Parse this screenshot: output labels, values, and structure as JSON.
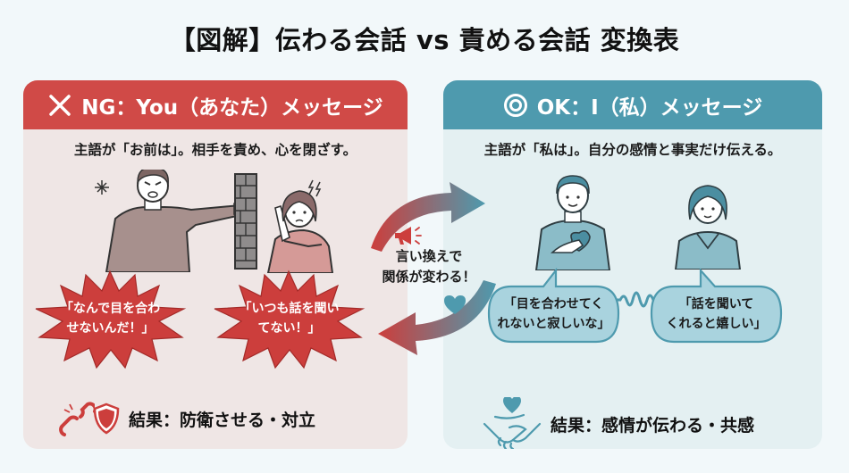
{
  "title": "【図解】伝わる会話 vs 責める会話 変換表",
  "colors": {
    "ng_accent": "#d04a47",
    "ok_accent": "#4e9aae",
    "ng_bg": "#efe6e5",
    "ok_bg": "#e4f0f2",
    "page_bg": "#f2f8fa"
  },
  "ng_panel": {
    "icon": "cross-icon",
    "header": "NG：You（あなた）メッセージ",
    "subtitle": "主語が「お前は」。相手を責め、心を閉ざす。",
    "illustration": [
      "angry-man-pointing",
      "brick-wall",
      "defensive-woman"
    ],
    "speech_bursts": [
      "「なんで目を合わせないんだ！」",
      "「いつも話を聞いてない！」"
    ],
    "result_icons": [
      "broken-chain-icon",
      "shield-icon"
    ],
    "result": "結果：防衛させる・対立"
  },
  "ok_panel": {
    "icon": "double-circle-icon",
    "header": "OK：I（私）メッセージ",
    "subtitle": "主語が「私は」。自分の感情と事実だけ伝える。",
    "illustration": [
      "calm-man-hand-on-heart",
      "sound-wave",
      "smiling-woman"
    ],
    "speech_bubbles": [
      "「目を合わせてく\nれないと寂しいな」",
      "「話を聞いて\nくれると嬉しい」"
    ],
    "result_icons": [
      "handshake-heart-icon"
    ],
    "result": "結果：感情が伝わる・共感"
  },
  "center": {
    "icons": [
      "megaphone-icon",
      "heart-icon",
      "cycle-arrows"
    ],
    "text": "言い換えで\n関係が変わる！"
  }
}
